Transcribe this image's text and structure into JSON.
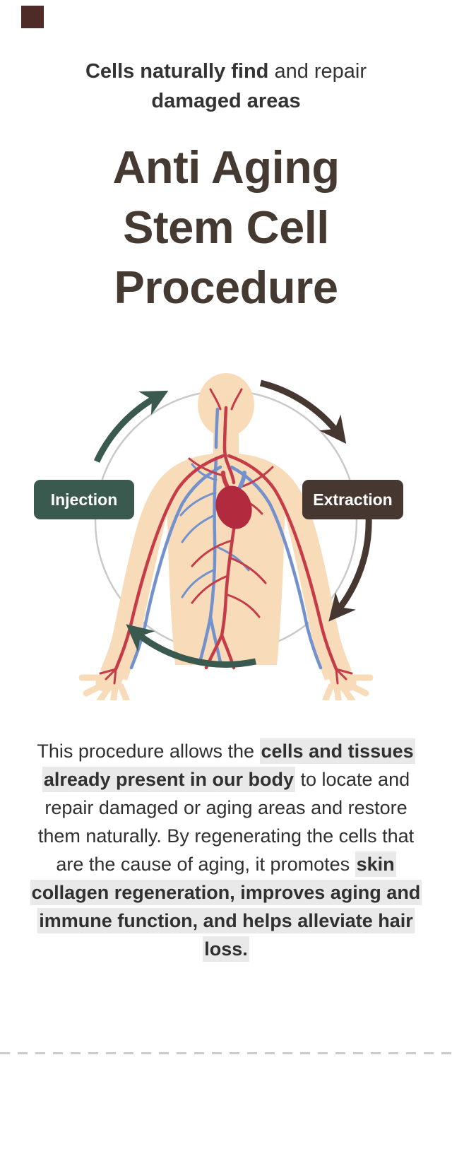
{
  "colors": {
    "background": "#ffffff",
    "accent_square": "#4f2b27",
    "title_text": "#453a31",
    "subtitle_text": "#333333",
    "body_text": "#303030",
    "highlight": "#e9e9e9",
    "injection": "#3a594f",
    "extraction": "#463731",
    "badge_text": "#ffffff",
    "cycle_circle": "#c9c9c9",
    "skin": "#f8dcba",
    "artery": "#c63b48",
    "vein": "#7391cd",
    "heart": "#b12a3d",
    "divider": "#cccccc"
  },
  "header": {
    "subtitle_segments": [
      {
        "text": "Cells naturally find",
        "bold": true
      },
      {
        "text": " and repair",
        "bold": false,
        "br": true
      },
      {
        "text": "damaged areas",
        "bold": true
      }
    ],
    "title_lines": [
      "Anti Aging",
      "Stem Cell",
      "Procedure"
    ]
  },
  "diagram": {
    "injection_label": "Injection",
    "extraction_label": "Extraction"
  },
  "description": {
    "segments": [
      {
        "text": "This procedure allows the ",
        "bold": false
      },
      {
        "text": "cells and tissues already present in our body",
        "bold": true,
        "highlight": true
      },
      {
        "text": " to locate and repair damaged or aging areas and restore them naturally. By regenerating the cells that are the cause of aging, it promotes ",
        "bold": false
      },
      {
        "text": "skin collagen regeneration, improves aging and immune function, and helps alleviate hair loss.",
        "bold": true,
        "highlight": true
      }
    ]
  }
}
